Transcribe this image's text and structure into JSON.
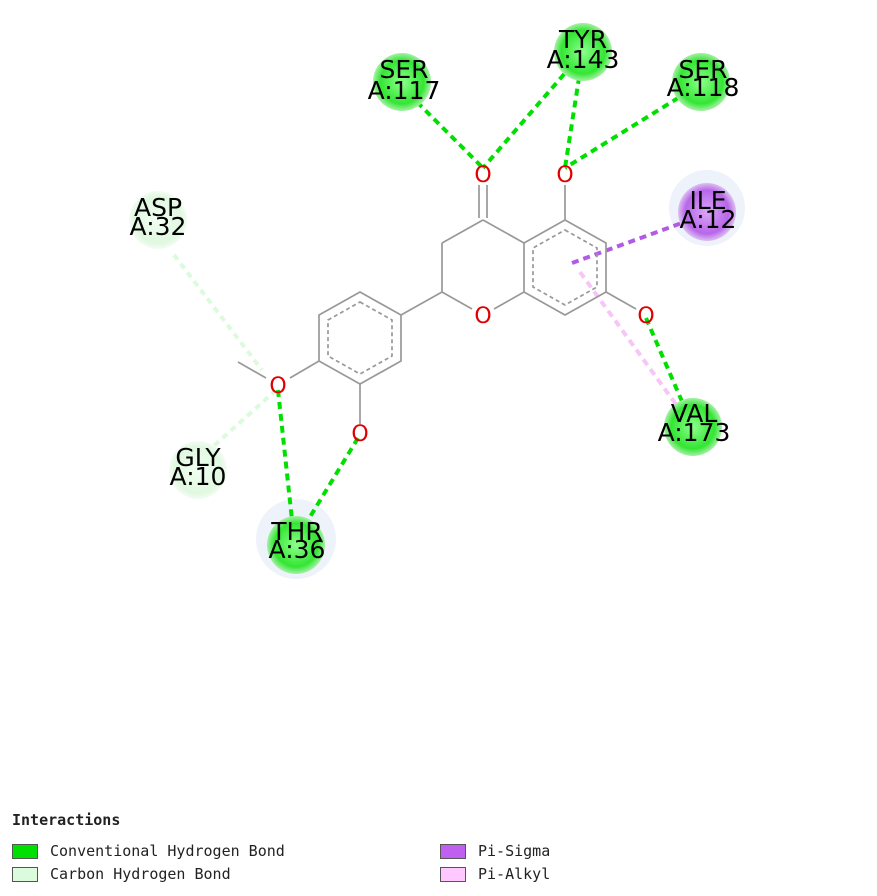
{
  "colors": {
    "conventional_hbond": "#00e000",
    "carbon_hbond": "#dcfadc",
    "pi_sigma": "#b25ae6",
    "pi_alkyl": "#f7c6f7",
    "bond": "#999999",
    "oxygen": "#e00000"
  },
  "atoms": {
    "o_carbonyl": "O",
    "o_5": "O",
    "o_7": "O",
    "o_ring": "O",
    "o_methoxy": "O",
    "o_hydroxy": "O"
  },
  "residues": {
    "ser117": {
      "name": "SER",
      "id": "A:117"
    },
    "tyr143": {
      "name": "TYR",
      "id": "A:143"
    },
    "ser118": {
      "name": "SER",
      "id": "A:118"
    },
    "ile12": {
      "name": "ILE",
      "id": "A:12"
    },
    "asp32": {
      "name": "ASP",
      "id": "A:32"
    },
    "val173": {
      "name": "VAL",
      "id": "A:173"
    },
    "gly10": {
      "name": "GLY",
      "id": "A:10"
    },
    "thr36": {
      "name": "THR",
      "id": "A:36"
    }
  },
  "legend": {
    "title": "Interactions",
    "items": [
      {
        "label": "Conventional Hydrogen Bond",
        "color": "#00e000"
      },
      {
        "label": "Carbon Hydrogen Bond",
        "color": "#dcfadc"
      },
      {
        "label": "Pi-Sigma",
        "color": "#c060f0"
      },
      {
        "label": "Pi-Alkyl",
        "color": "#ffc8ff"
      }
    ]
  }
}
